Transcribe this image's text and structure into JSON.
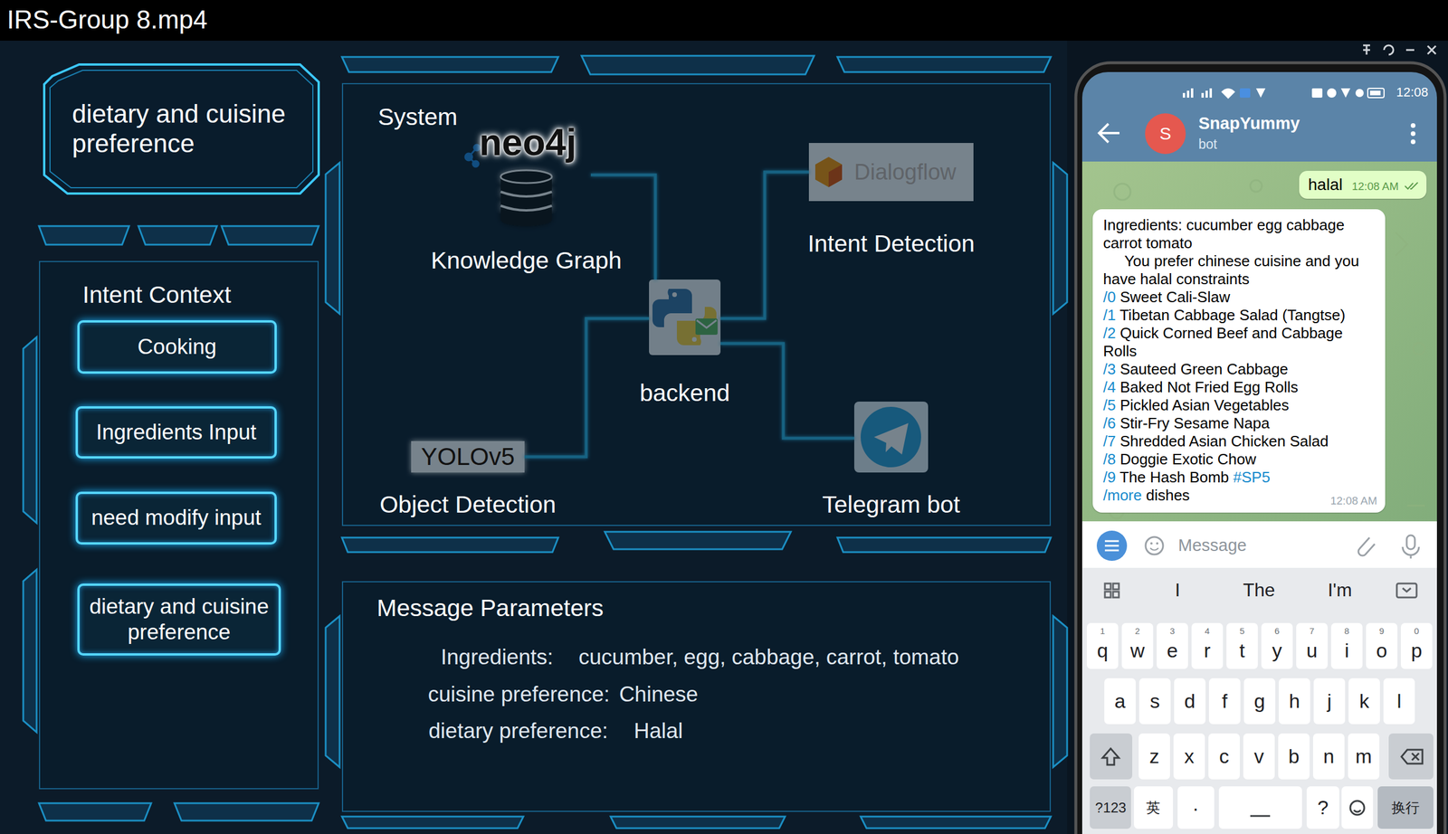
{
  "diagram": {
    "title": "IRS-Group 8.mp4",
    "nodes": [
      {
        "text": [
          "dietary and cuisine preference"
        ]
      },
      {
        "text": [
          "Intent Context"
        ]
      },
      {
        "text": [
          "Cooking"
        ],
        "in": 1
      },
      {
        "text": [
          "Ingredients Input"
        ],
        "in": 1
      },
      {
        "text": [
          "need modify input"
        ],
        "in": 1
      },
      {
        "text": [
          "dietary and cuisine preference"
        ],
        "in": 1
      },
      {
        "text": [
          "System"
        ]
      },
      {
        "text": [
          "neo4j",
          "Knowledge Graph"
        ],
        "in": 6
      },
      {
        "text": [
          "Dialogflow",
          "Intent Detection"
        ],
        "in": 6
      },
      {
        "text": [
          "backend"
        ],
        "in": 6
      },
      {
        "text": [
          "YOLOv5",
          "Object Detection"
        ],
        "in": 6
      },
      {
        "text": [
          "Telegram bot"
        ],
        "in": 6
      },
      {
        "text": [
          "Message Parameters",
          "Ingredients:",
          "cucumber, egg, cabbage, carrot, tomato",
          "cuisine preference:",
          "Chinese",
          "dietary preference:",
          "Halal"
        ]
      },
      {
        "text": [
          "S"
        ]
      },
      {
        "text": [
          "halal",
          "12:08 AM"
        ]
      },
      {
        "text": [
          "Ingredients: cucumber egg cabbage carrot tomato",
          "You prefer chinese cuisine and you have halal constraints",
          "/0 Sweet Cali-Slaw",
          "/1 Tibetan Cabbage Salad (Tangtse)",
          "/2 Quick Corned Beef and Cabbage Rolls",
          "/3 Sauteed Green Cabbage",
          "/4 Baked Not Fried Egg Rolls",
          "/5 Pickled Asian Vegetables",
          "/6 Stir-Fry Sesame Napa",
          "/7 Shredded Asian Chicken Salad",
          "/8 Doggie Exotic Chow",
          "/9 The Hash Bomb #SP5",
          "/more dishes",
          "12:08 AM"
        ]
      }
    ],
    "edges": [
      {
        "from": 2,
        "to": 3,
        "arrow": "none"
      },
      {
        "from": 3,
        "to": 4,
        "arrow": "none"
      },
      {
        "from": 4,
        "to": 5,
        "arrow": "none"
      },
      {
        "from": 9,
        "to": 7,
        "arrow": "none"
      },
      {
        "from": 9,
        "to": 8,
        "arrow": "none"
      },
      {
        "from": 9,
        "to": 10,
        "arrow": "none"
      },
      {
        "from": 9,
        "to": 11,
        "arrow": "none"
      }
    ],
    "labels": [
      "12:08",
      "SnapYummy",
      "bot",
      "Message",
      "I",
      "The",
      "I'm",
      "q",
      "w",
      "e",
      "r",
      "t",
      "y",
      "u",
      "i",
      "o",
      "p",
      "a",
      "s",
      "d",
      "f",
      "g",
      "h",
      "j",
      "k",
      "l",
      "z",
      "x",
      "c",
      "v",
      "b",
      "n",
      "m",
      "?123",
      "英",
      ".",
      "?",
      "换行",
      "1",
      "2",
      "3",
      "4",
      "5",
      "6",
      "7",
      "8",
      "9",
      "0"
    ]
  }
}
